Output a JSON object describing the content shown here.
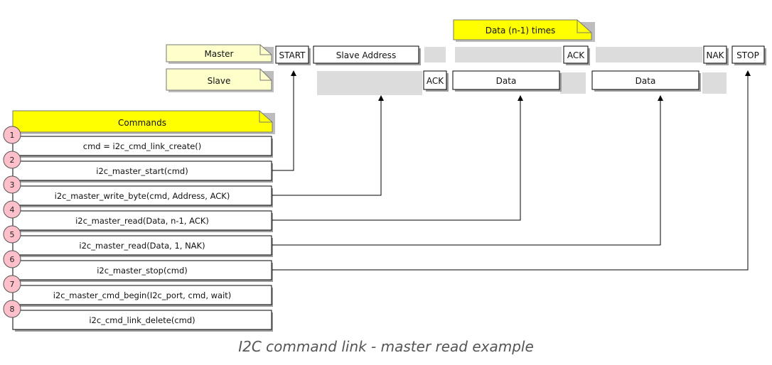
{
  "notes": {
    "master": "Master",
    "slave": "Slave",
    "repeat": "Data (n-1) times",
    "commands": "Commands"
  },
  "bus": {
    "start": "START",
    "slave_address": "Slave Address",
    "ack_slave": "ACK",
    "data_1": "Data",
    "ack_master": "ACK",
    "data_2": "Data",
    "nak": "NAK",
    "stop": "STOP"
  },
  "commands": [
    {
      "num": "1",
      "text": "cmd = i2c_cmd_link_create()"
    },
    {
      "num": "2",
      "text": "i2c_master_start(cmd)"
    },
    {
      "num": "3",
      "text": "i2c_master_write_byte(cmd, Address, ACK)"
    },
    {
      "num": "4",
      "text": "i2c_master_read(Data, n-1, ACK)"
    },
    {
      "num": "5",
      "text": "i2c_master_read(Data, 1, NAK)"
    },
    {
      "num": "6",
      "text": "i2c_master_stop(cmd)"
    },
    {
      "num": "7",
      "text": "i2c_master_cmd_begin(I2c_port, cmd, wait)"
    },
    {
      "num": "8",
      "text": "i2c_cmd_link_delete(cmd)"
    }
  ],
  "caption": "I2C command link - master read example",
  "colors": {
    "note_yellow": "#ffff00",
    "note_pale": "#ffffcc",
    "badge_pink": "#ffc0cb",
    "shadow_gray": "#dcdcdc"
  }
}
